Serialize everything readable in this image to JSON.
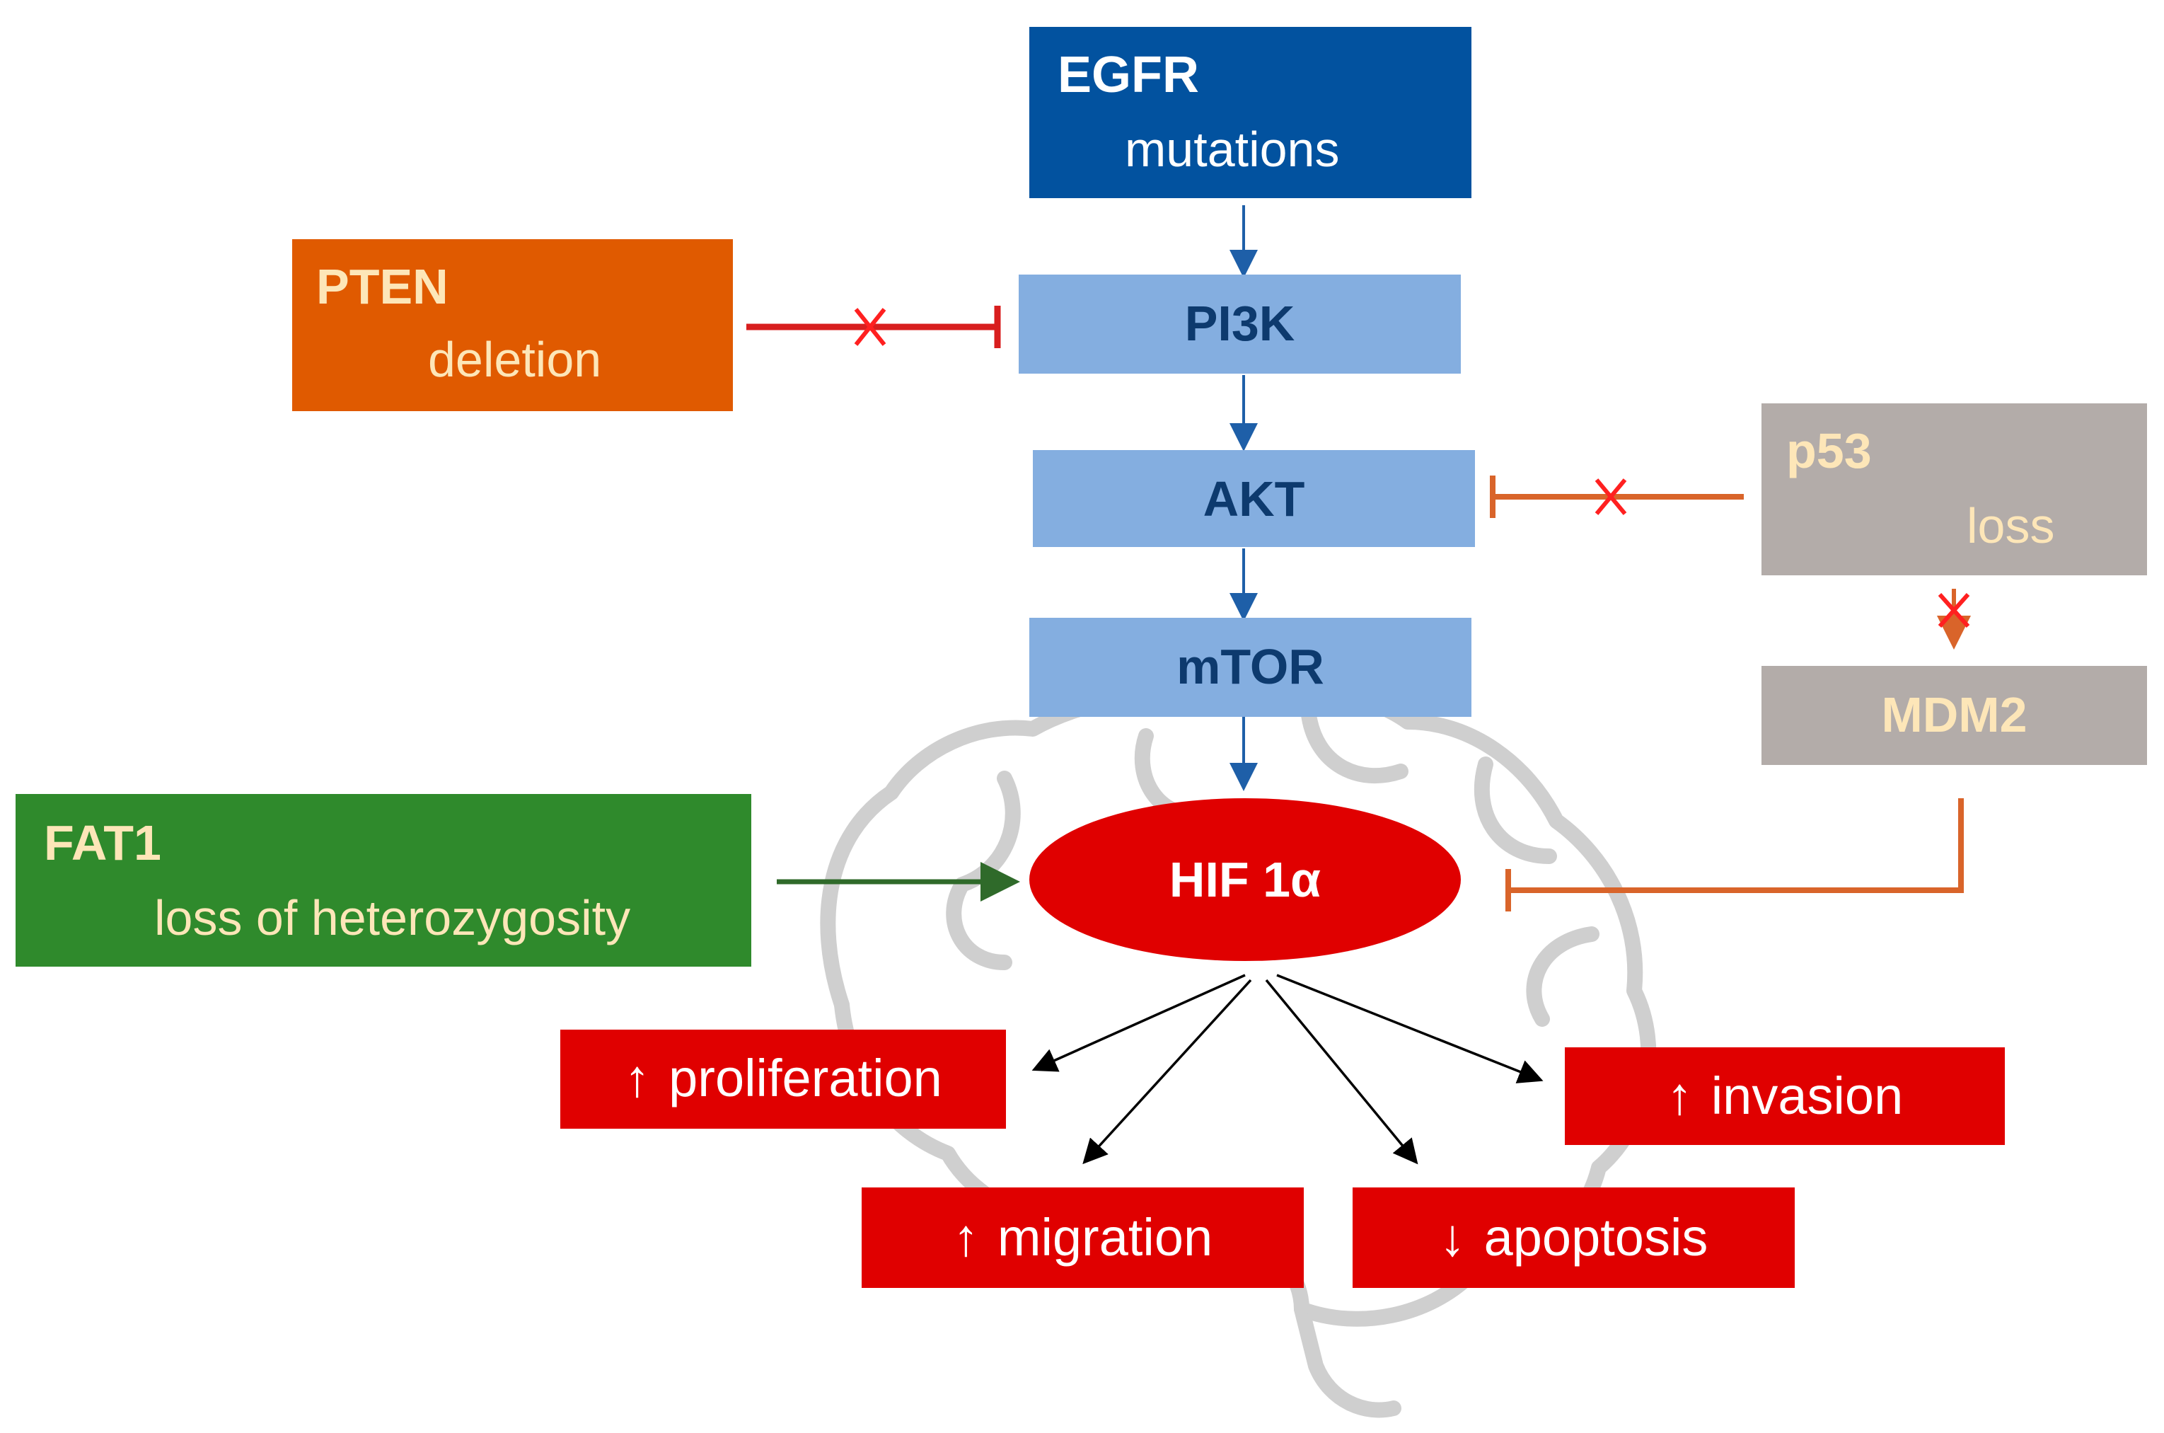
{
  "colors": {
    "egfr": "#02529f",
    "pathway": "#84aee0",
    "pathway_text": "#0d3a6e",
    "pten": "#e05a00",
    "fat1": "#2f8a2c",
    "p53": "#b3aca9",
    "p53_text": "#fde6b8",
    "hif": "#e00000",
    "outcome": "#e00000",
    "brain_outline": "#c9c9c9",
    "connector_blue": "#1e5fa8",
    "inhibit_red": "#e0241b",
    "inhibit_orange": "#d9642a",
    "activate_green": "#2f6a2a",
    "effect_black": "#000000"
  },
  "nodes": {
    "egfr": {
      "name": "EGFR",
      "detail": "mutations"
    },
    "pten": {
      "name": "PTEN",
      "detail": "deletion"
    },
    "pi3k": {
      "label": "PI3K"
    },
    "akt": {
      "label": "AKT"
    },
    "mtor": {
      "label": "mTOR"
    },
    "p53": {
      "name": "p53",
      "detail": "loss"
    },
    "mdm2": {
      "label": "MDM2"
    },
    "fat1": {
      "name": "FAT1",
      "detail": "loss of heterozygosity"
    },
    "hif": {
      "label": "HIF 1α"
    }
  },
  "outcomes": {
    "proliferation": {
      "arrow": "↑",
      "label": "proliferation"
    },
    "invasion": {
      "arrow": "↑",
      "label": "invasion"
    },
    "migration": {
      "arrow": "↑",
      "label": "migration"
    },
    "apoptosis": {
      "arrow": "↓",
      "label": "apoptosis"
    }
  },
  "icons": {
    "brain": "brain-outline-icon",
    "blocked": "cross-mark-icon"
  }
}
